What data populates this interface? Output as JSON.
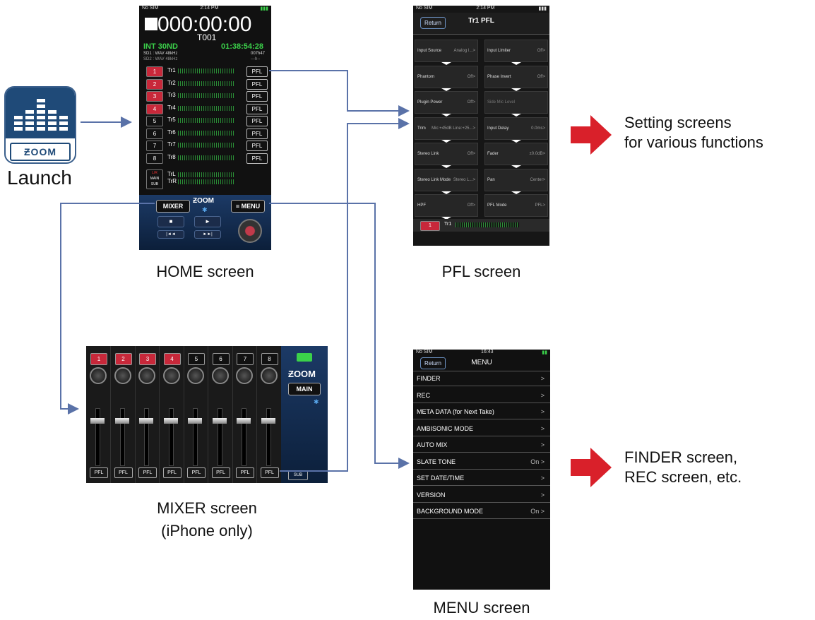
{
  "launch_label": "Launch",
  "app_icon": {
    "brand": "ƵOOM",
    "color": "#1f4a78"
  },
  "home": {
    "caption": "HOME screen",
    "status": {
      "carrier": "No SIM",
      "time": "2:14 PM"
    },
    "timecode": "000:00:00",
    "take": "T001",
    "rec_line": "INT 30ND",
    "rec_time": "01:38:54:28",
    "sd1": "SD1 : WAV 48kHz",
    "sd1_remain": "007h47",
    "sd2": "SD2 : WAV 48kHz",
    "sd2_remain": "---h--",
    "tracks": [
      {
        "num": "1",
        "label": "Tr1",
        "armed": true
      },
      {
        "num": "2",
        "label": "Tr2",
        "armed": true
      },
      {
        "num": "3",
        "label": "Tr3",
        "armed": true
      },
      {
        "num": "4",
        "label": "Tr4",
        "armed": true
      },
      {
        "num": "5",
        "label": "Tr5",
        "armed": false
      },
      {
        "num": "6",
        "label": "Tr6",
        "armed": false
      },
      {
        "num": "7",
        "label": "Tr7",
        "armed": false
      },
      {
        "num": "8",
        "label": "Tr8",
        "armed": false
      }
    ],
    "pfl_label": "PFL",
    "lr_labels": [
      "L/R",
      "MAIN",
      "SUB"
    ],
    "trl": "TrL",
    "trr": "TrR",
    "mixer_btn": "MIXER",
    "menu_btn": "≡ MENU",
    "brand": "ƵOOM",
    "stop_icon": "■",
    "play_icon": "►",
    "rew_icon": "|◄◄",
    "ff_icon": "►►|"
  },
  "pfl": {
    "caption": "PFL screen",
    "status": {
      "carrier": "No SIM",
      "time": "2:14 PM"
    },
    "return": "Return",
    "title": "Tr1 PFL",
    "left": [
      {
        "name": "Input Source",
        "value": "Analog I...>"
      },
      {
        "name": "Phantom",
        "value": "Off>"
      },
      {
        "name": "Plugin Power",
        "value": "Off>"
      },
      {
        "name": "Trim",
        "value": "Mic:+45dB Line:+25...>"
      },
      {
        "name": "Stereo Link",
        "value": "Off>"
      },
      {
        "name": "Stereo Link Mode",
        "value": "Stereo L...>"
      },
      {
        "name": "HPF",
        "value": "Off>"
      }
    ],
    "right": [
      {
        "name": "Input Limiter",
        "value": "Off>"
      },
      {
        "name": "Phase Invert",
        "value": "Off>"
      },
      {
        "name": "Side Mic Level",
        "value": ""
      },
      {
        "name": "Input Delay",
        "value": "0.0ms>"
      },
      {
        "name": "Fader",
        "value": "±0.0dB>"
      },
      {
        "name": "Pan",
        "value": "Center>"
      },
      {
        "name": "PFL Mode",
        "value": "PFL>"
      }
    ],
    "track_num": "1",
    "track_label": "Tr1"
  },
  "mixer": {
    "caption_1": "MIXER screen",
    "caption_2": "(iPhone only)",
    "channels": [
      {
        "num": "1",
        "on": true
      },
      {
        "num": "2",
        "on": true
      },
      {
        "num": "3",
        "on": true
      },
      {
        "num": "4",
        "on": true
      },
      {
        "num": "5",
        "on": false
      },
      {
        "num": "6",
        "on": false
      },
      {
        "num": "7",
        "on": false
      },
      {
        "num": "8",
        "on": false
      }
    ],
    "pfl_label": "PFL",
    "brand": "ƵOOM",
    "main_btn": "MAIN",
    "sub_label": "SUB"
  },
  "menu": {
    "caption": "MENU screen",
    "status": {
      "carrier": "No SIM",
      "time": "16:43"
    },
    "return": "Return",
    "title": "MENU",
    "items": [
      {
        "label": "FINDER",
        "value": ">"
      },
      {
        "label": "REC",
        "value": ">"
      },
      {
        "label": "META DATA (for Next Take)",
        "value": ">"
      },
      {
        "label": "AMBISONIC MODE",
        "value": ">"
      },
      {
        "label": "AUTO MIX",
        "value": ">"
      },
      {
        "label": "SLATE TONE",
        "value": "On  >"
      },
      {
        "label": "SET DATE/TIME",
        "value": ">"
      },
      {
        "label": "VERSION",
        "value": ">"
      },
      {
        "label": "BACKGROUND MODE",
        "value": "On  >"
      }
    ]
  },
  "setting_text_1": "Setting screens",
  "setting_text_2": "for various functions",
  "finder_text_1": "FINDER screen,",
  "finder_text_2": "REC screen, etc.",
  "colors": {
    "arrow_line": "#5a72a8",
    "big_arrow": "#d9202a"
  }
}
